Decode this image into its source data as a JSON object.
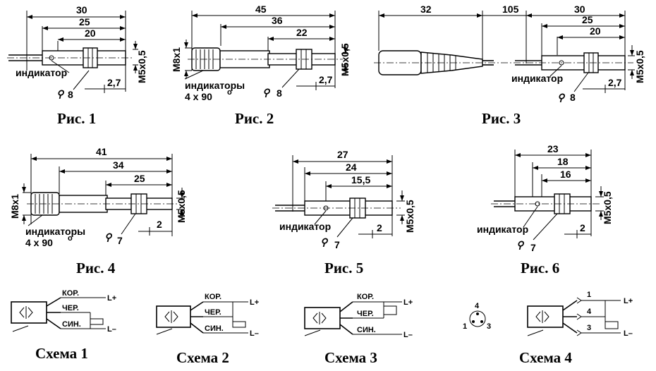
{
  "captions": {
    "fig1": "Рис. 1",
    "fig2": "Рис. 2",
    "fig3": "Рис. 3",
    "fig4": "Рис. 4",
    "fig5": "Рис. 5",
    "fig6": "Рис. 6",
    "sch1": "Схема 1",
    "sch2": "Схема 2",
    "sch3": "Схема 3",
    "sch4": "Схема 4"
  },
  "fig1": {
    "d30": "30",
    "d25": "25",
    "d20": "20",
    "d27": "2,7",
    "thread": "M5x0,5",
    "indicator": "индикатор",
    "key": "8"
  },
  "fig2": {
    "d45": "45",
    "d36": "36",
    "d22": "22",
    "d27": "2,7",
    "thread": "M5x0,5",
    "thread2": "M8x1",
    "indicators": "индикаторы",
    "angles": "4 x 90",
    "deg": "o",
    "key": "8"
  },
  "fig3": {
    "d32": "32",
    "d105": "105",
    "d30": "30",
    "d25": "25",
    "d20": "20",
    "d27": "2,7",
    "thread": "M5x0,5",
    "indicator": "индикатор",
    "key": "8"
  },
  "fig4": {
    "d41": "41",
    "d34": "34",
    "d25": "25",
    "d2": "2",
    "thread": "M5x0,5",
    "thread2": "M8x1",
    "indicators": "индикаторы",
    "angles": "4 x 90",
    "deg": "o",
    "key": "7"
  },
  "fig5": {
    "d27": "27",
    "d24": "24",
    "d155": "15,5",
    "d2": "2",
    "thread": "M5x0,5",
    "indicator": "индикатор",
    "key": "7"
  },
  "fig6": {
    "d23": "23",
    "d18": "18",
    "d16": "16",
    "d2": "2",
    "thread": "M5x0,5",
    "indicator": "индикатор",
    "key": "7"
  },
  "wires": {
    "kor": "КОР.",
    "cher": "ЧЕР.",
    "sin": "СИН.",
    "lplus": "L+",
    "lminus": "L–"
  },
  "connector": {
    "p4": "4",
    "p1": "1",
    "p3": "3",
    "s1": "1",
    "s4": "4",
    "s3": "3"
  }
}
